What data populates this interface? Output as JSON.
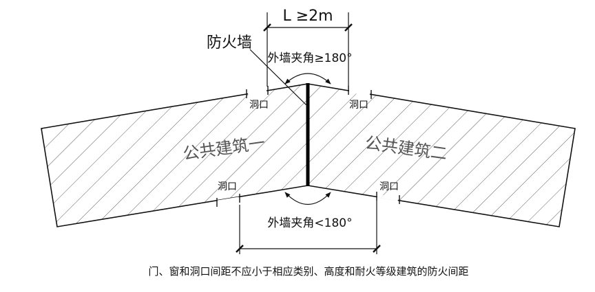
{
  "labels": {
    "dimension_top": "L ≥2m",
    "firewall": "防火墙",
    "angle_top": "外墙夹角≥180°",
    "angle_bottom": "外墙夹角<180°",
    "building_1": "公共建筑一",
    "building_2": "公共建筑二",
    "opening_top_left": "洞口",
    "opening_top_right": "洞口",
    "opening_bottom_left": "洞口",
    "opening_bottom_right": "洞口",
    "caption": "门、窗和洞口间距不应小于相应类别、高度和耐火等级建筑的防火间距"
  }
}
